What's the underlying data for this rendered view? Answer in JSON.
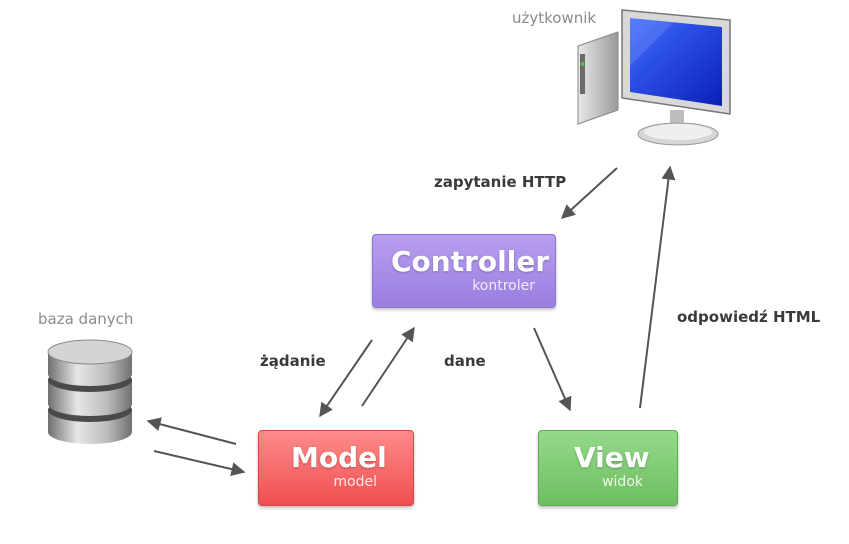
{
  "user": {
    "label": "użytkownik"
  },
  "database": {
    "label": "baza danych"
  },
  "controller": {
    "title": "Controller",
    "subtitle": "kontroler",
    "color": "#a98ae8"
  },
  "model": {
    "title": "Model",
    "subtitle": "model",
    "color": "#f26a6a"
  },
  "view": {
    "title": "View",
    "subtitle": "widok",
    "color": "#7ec872"
  },
  "edges": {
    "http_request": "zapytanie HTTP",
    "html_response": "odpowiedź HTML",
    "request": "żądanie",
    "data": "dane"
  },
  "colors": {
    "arrow": "#555555",
    "label_dark": "#3a3a3a",
    "label_gray": "#8a8a8a"
  }
}
